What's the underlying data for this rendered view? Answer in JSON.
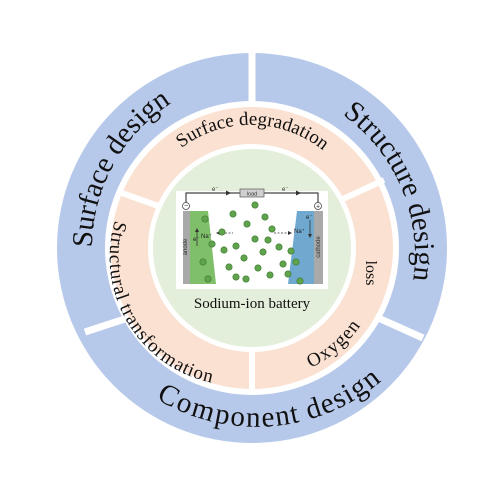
{
  "outer_ring": {
    "labels": [
      {
        "name": "surface-design",
        "text": "Surface design"
      },
      {
        "name": "structure-design",
        "text": "Structure design"
      },
      {
        "name": "component-design",
        "text": "Component design"
      }
    ]
  },
  "inner_ring": {
    "labels": [
      {
        "name": "surface-degradation",
        "text": "Surface degradation"
      },
      {
        "name": "structural-transformation",
        "text": "Structural transformation"
      },
      {
        "name": "oxygen",
        "text": "Oxygen"
      },
      {
        "name": "loss",
        "text": "loss"
      }
    ]
  },
  "center": {
    "caption": "Sodium-ion battery",
    "battery": {
      "anode_label": "anode",
      "cathode_label": "cathode",
      "load_label": "load",
      "electron_left": "e⁻",
      "electron_right": "e⁻",
      "electron_anode": "e⁻",
      "electron_cathode": "e⁻",
      "ion_anode": "Na⁺",
      "ion_cathode": "Na⁺",
      "minus_sign": "−",
      "plus_sign": "+"
    }
  },
  "colors": {
    "outer_ring": "#b7c9ea",
    "inner_ring": "#fbe1d1",
    "center": "#e3eedb",
    "gap": "#ffffff",
    "anode": "#7fbf6a",
    "cathode": "#6fa9cf",
    "particle": "#5fa34d"
  }
}
